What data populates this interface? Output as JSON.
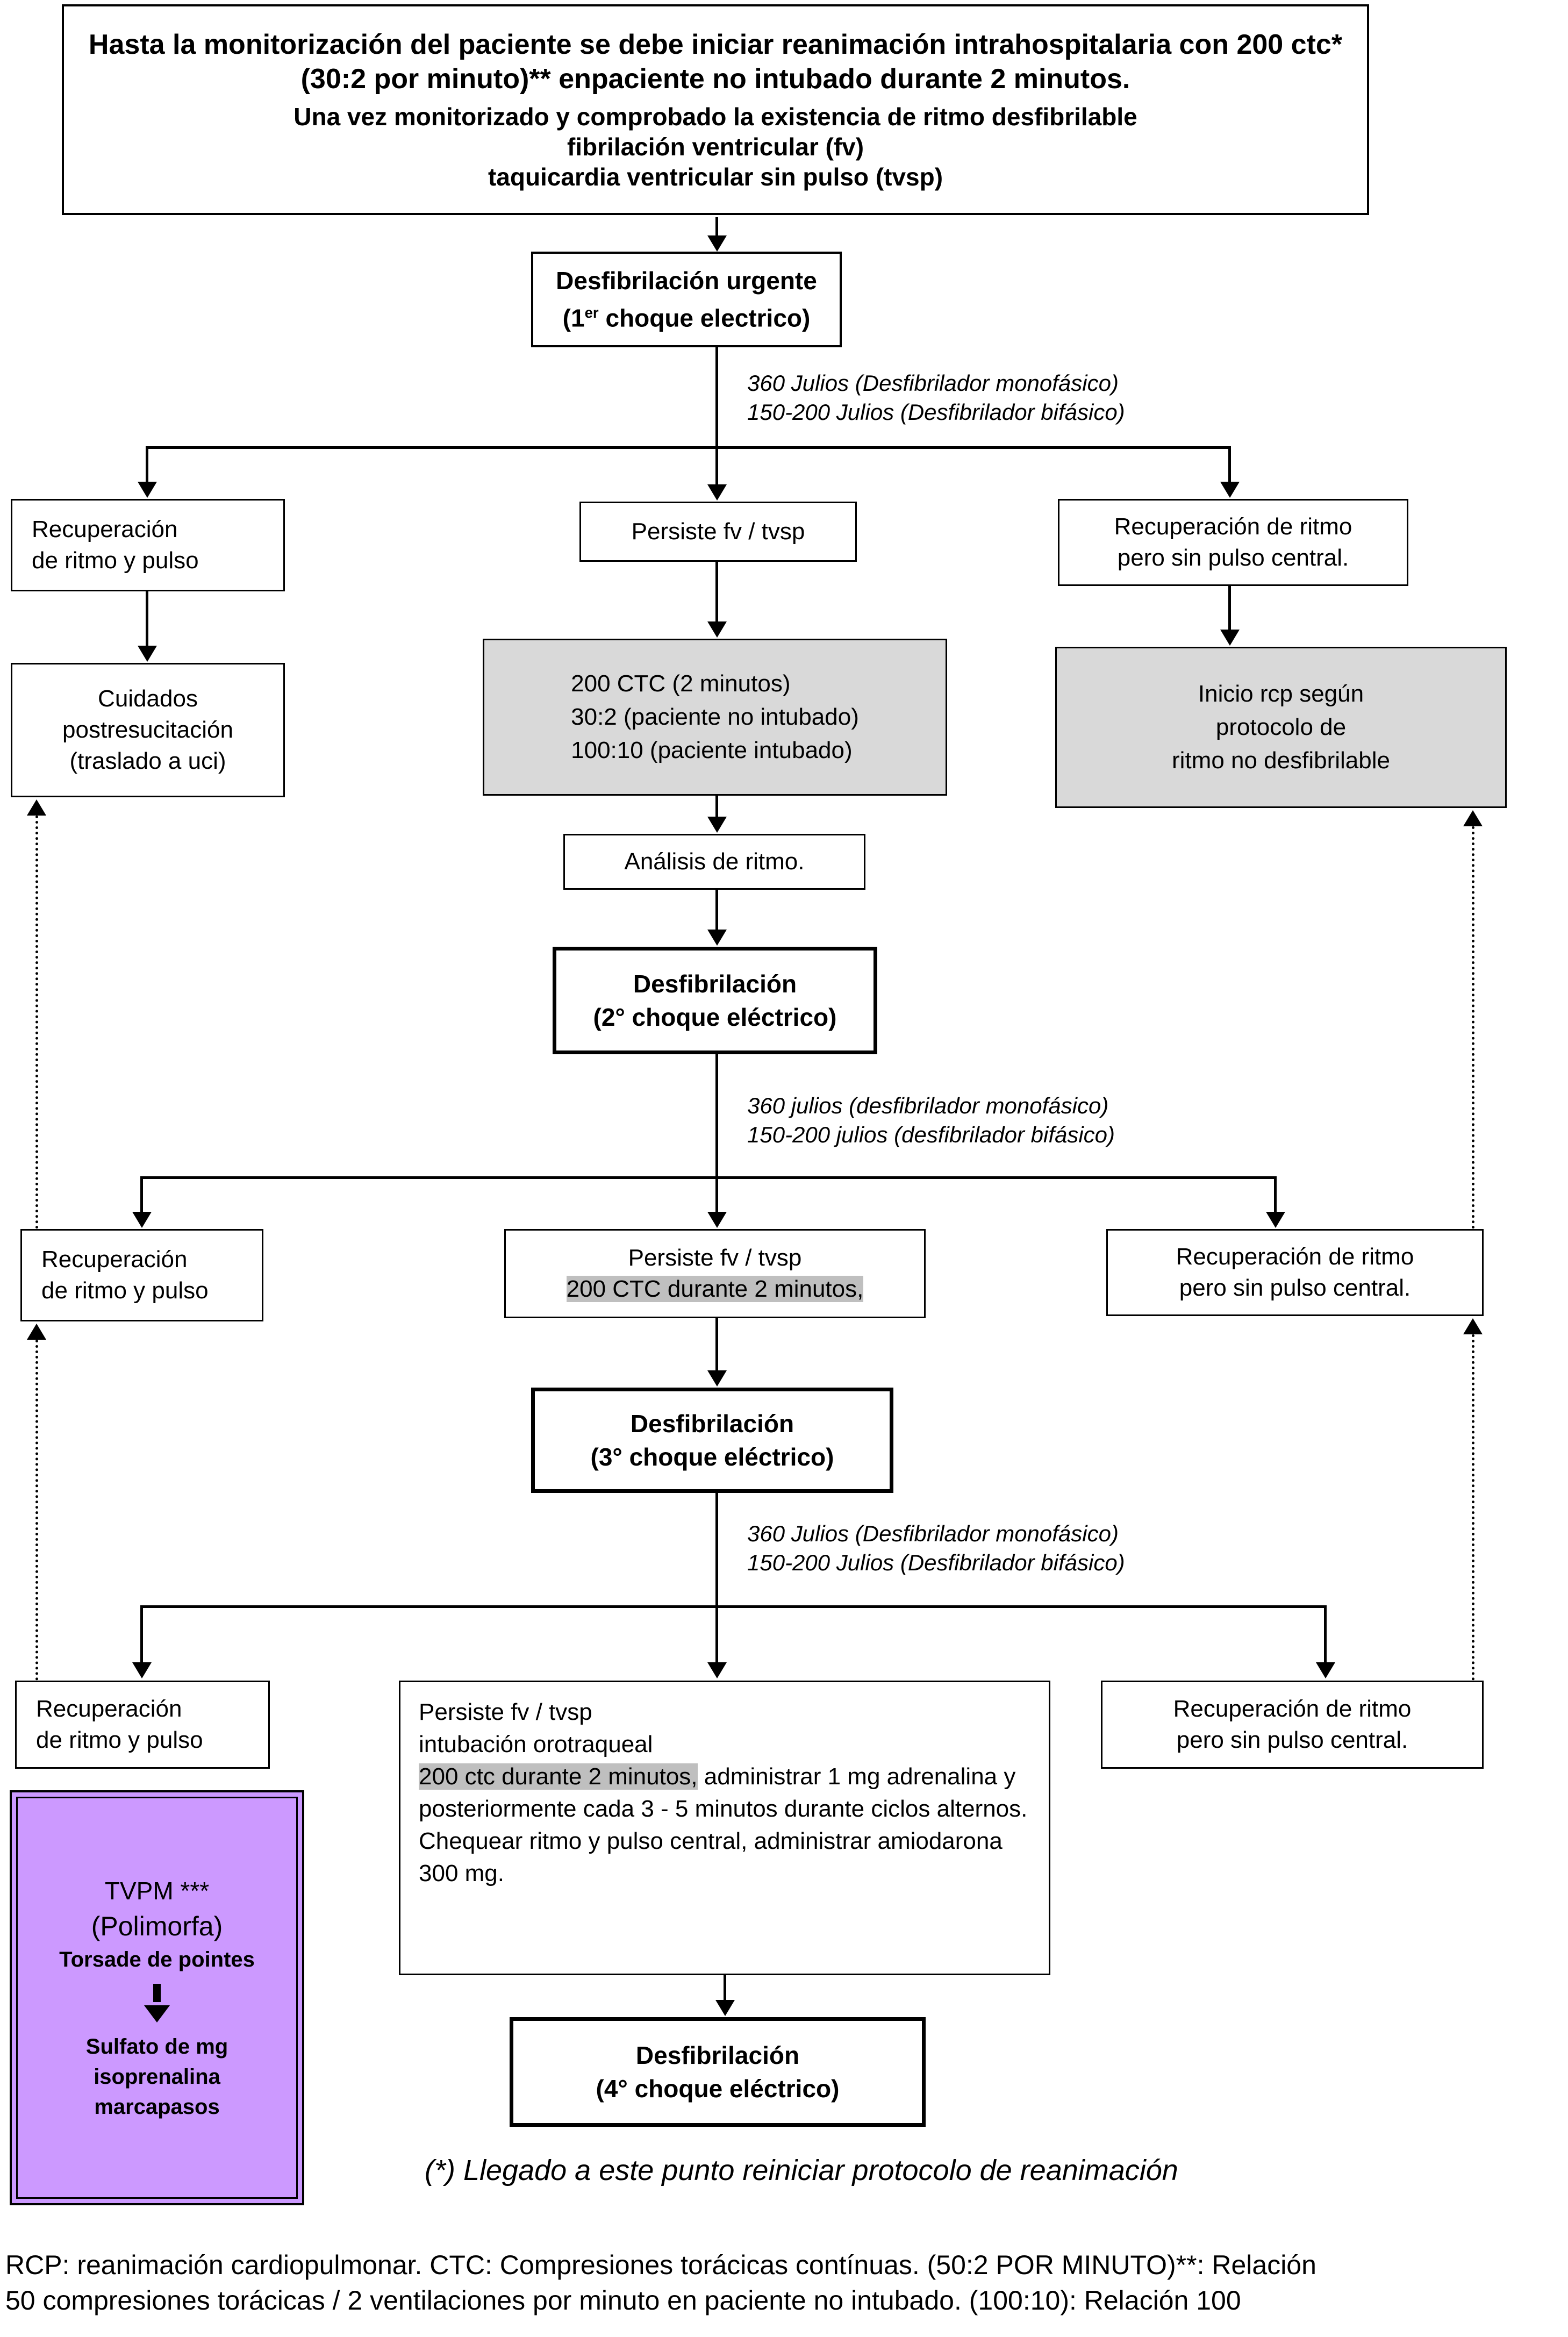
{
  "header": {
    "main": "Hasta la monitorización del paciente se debe iniciar reanimación intrahospitalaria con 200 ctc* (30:2 por minuto)** enpaciente no intubado durante 2 minutos.",
    "sub1": "Una vez monitorizado y comprobado la  existencia de ritmo desfibrilable",
    "sub2": "fibrilación ventricular (fv)",
    "sub3": "taquicardia ventricular sin pulso (tvsp)"
  },
  "shock1": {
    "title": "Desfibrilación urgente",
    "sub_pre": "(1",
    "sub_sup": "er",
    "sub_post": " choque electrico)",
    "joule1": "360 Julios (Desfibrilador monofásico)",
    "joule2": "150-200 Julios (Desfibrilador bifásico)"
  },
  "branch1": {
    "left1": "Recuperación",
    "left2": "de ritmo y pulso",
    "center": "Persiste fv / tvsp",
    "right1": "Recuperación de ritmo",
    "right2": "pero sin pulso central."
  },
  "care": {
    "l1": "Cuidados",
    "l2": "postresucitación",
    "l3": "(traslado a uci)"
  },
  "ctc": {
    "l1": "200 CTC (2 minutos)",
    "l2": "30:2 (paciente no intubado)",
    "l3": "100:10 (paciente intubado)"
  },
  "nonshock": {
    "l1": "Inicio rcp según",
    "l2": "protocolo de",
    "l3": "ritmo no desfibrilable"
  },
  "analysis": "Análisis de  ritmo.",
  "shock2": {
    "title": "Desfibrilación",
    "sub": "(2° choque eléctrico)",
    "joule1": "360 julios (desfibrilador monofásico)",
    "joule2": "150-200 julios (desfibrilador bifásico)"
  },
  "branch2": {
    "left1": "Recuperación",
    "left2": "de ritmo y pulso",
    "center1": "Persiste fv / tvsp",
    "center2": "200 CTC durante 2 minutos,",
    "right1": "Recuperación de ritmo",
    "right2": "pero sin pulso  central."
  },
  "shock3": {
    "title": "Desfibrilación",
    "sub": "(3° choque eléctrico)",
    "joule1": "360 Julios (Desfibrilador monofásico)",
    "joule2": "150-200 Julios (Desfibrilador bifásico)"
  },
  "branch3": {
    "left1": "Recuperación",
    "left2": "de ritmo y pulso",
    "center1": "Persiste fv / tvsp",
    "center2": "intubación orotraqueal",
    "center_hl": "200 ctc durante 2 minutos,",
    "center_rest": " administrar 1 mg adrenalina y posteriormente cada 3 - 5 minutos durante ciclos alternos.  Chequear ritmo y pulso central, administrar amiodarona 300 mg.",
    "right1": "Recuperación de ritmo",
    "right2": "pero sin pulso central."
  },
  "tvpm": {
    "l1": "TVPM ***",
    "l2": "(Polimorfa)",
    "l3": "Torsade de pointes",
    "l4": "Sulfato de mg",
    "l5": "isoprenalina",
    "l6": "marcapasos"
  },
  "shock4": {
    "title": "Desfibrilación",
    "sub": "(4° choque eléctrico)"
  },
  "footnote": "(*) Llegado a este punto reiniciar protocolo de reanimación",
  "footer": {
    "l1": "RCP: reanimación cardiopulmonar.  CTC: Compresiones torácicas contínuas.  (50:2 POR MINUTO)**: Relación",
    "l2": "50 compresiones torácicas / 2 ventilaciones por minuto en paciente no intubado.  (100:10): Relación 100"
  },
  "colors": {
    "box_gray": "#d9d9d9",
    "highlight_gray": "#bfbfbf",
    "tvpm_purple": "#cc99ff"
  }
}
